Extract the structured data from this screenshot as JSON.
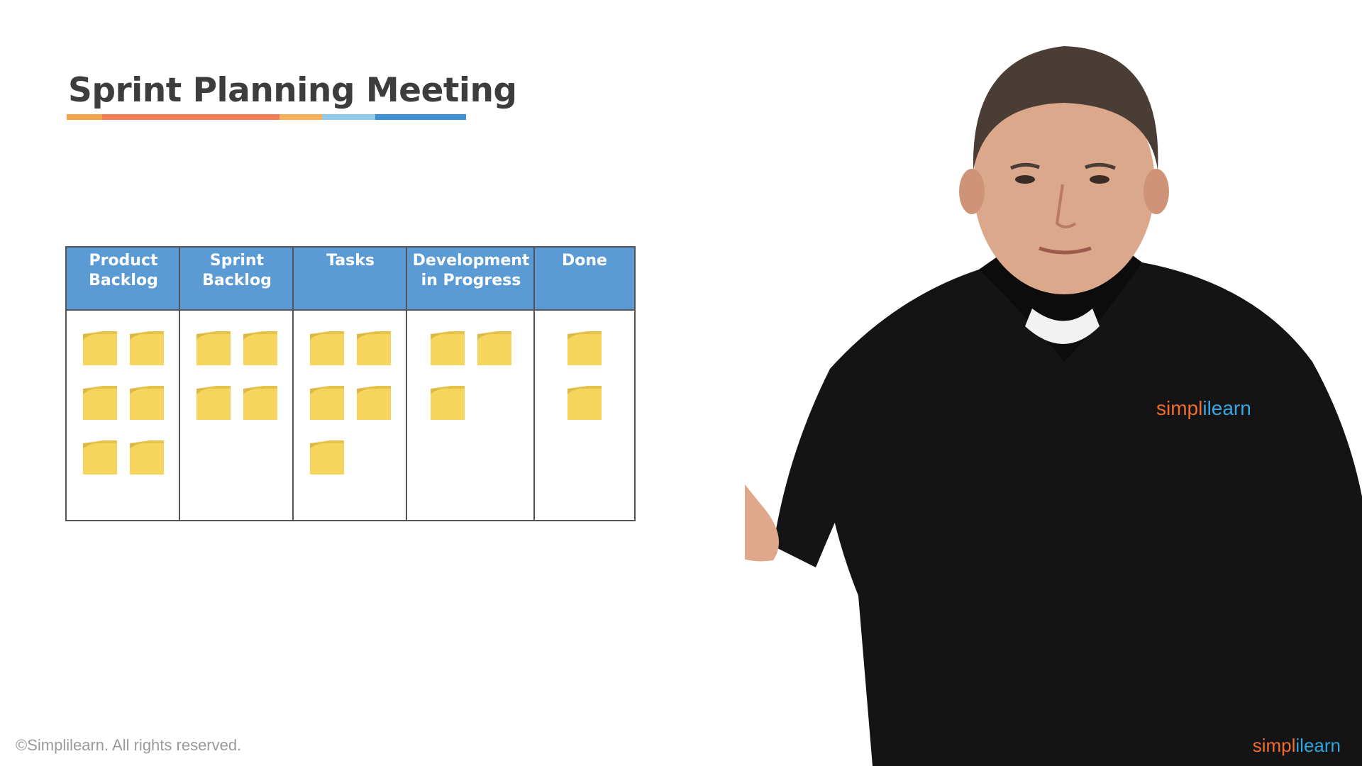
{
  "slide": {
    "title": "Sprint Planning Meeting",
    "underline_colors": [
      "#f5a34a",
      "#f37e55",
      "#f7b15a",
      "#8fcbe8",
      "#3d8fd6"
    ]
  },
  "board": {
    "header_color": "#5b9bd5",
    "note_color": "#f5d55c",
    "columns": [
      {
        "label": "Product\nBacklog",
        "notes": 6
      },
      {
        "label": "Sprint\nBacklog",
        "notes": 4
      },
      {
        "label": "Tasks",
        "notes": 5
      },
      {
        "label": "Development\nin Progress",
        "notes": 3
      },
      {
        "label": "Done",
        "notes": 2
      }
    ]
  },
  "footer": {
    "copyright": "©Simplilearn. All rights reserved.",
    "logo_part1": "simpl",
    "logo_part2": "ilearn"
  },
  "shirt_logo": {
    "part1": "simpl",
    "part2": "ilearn"
  }
}
